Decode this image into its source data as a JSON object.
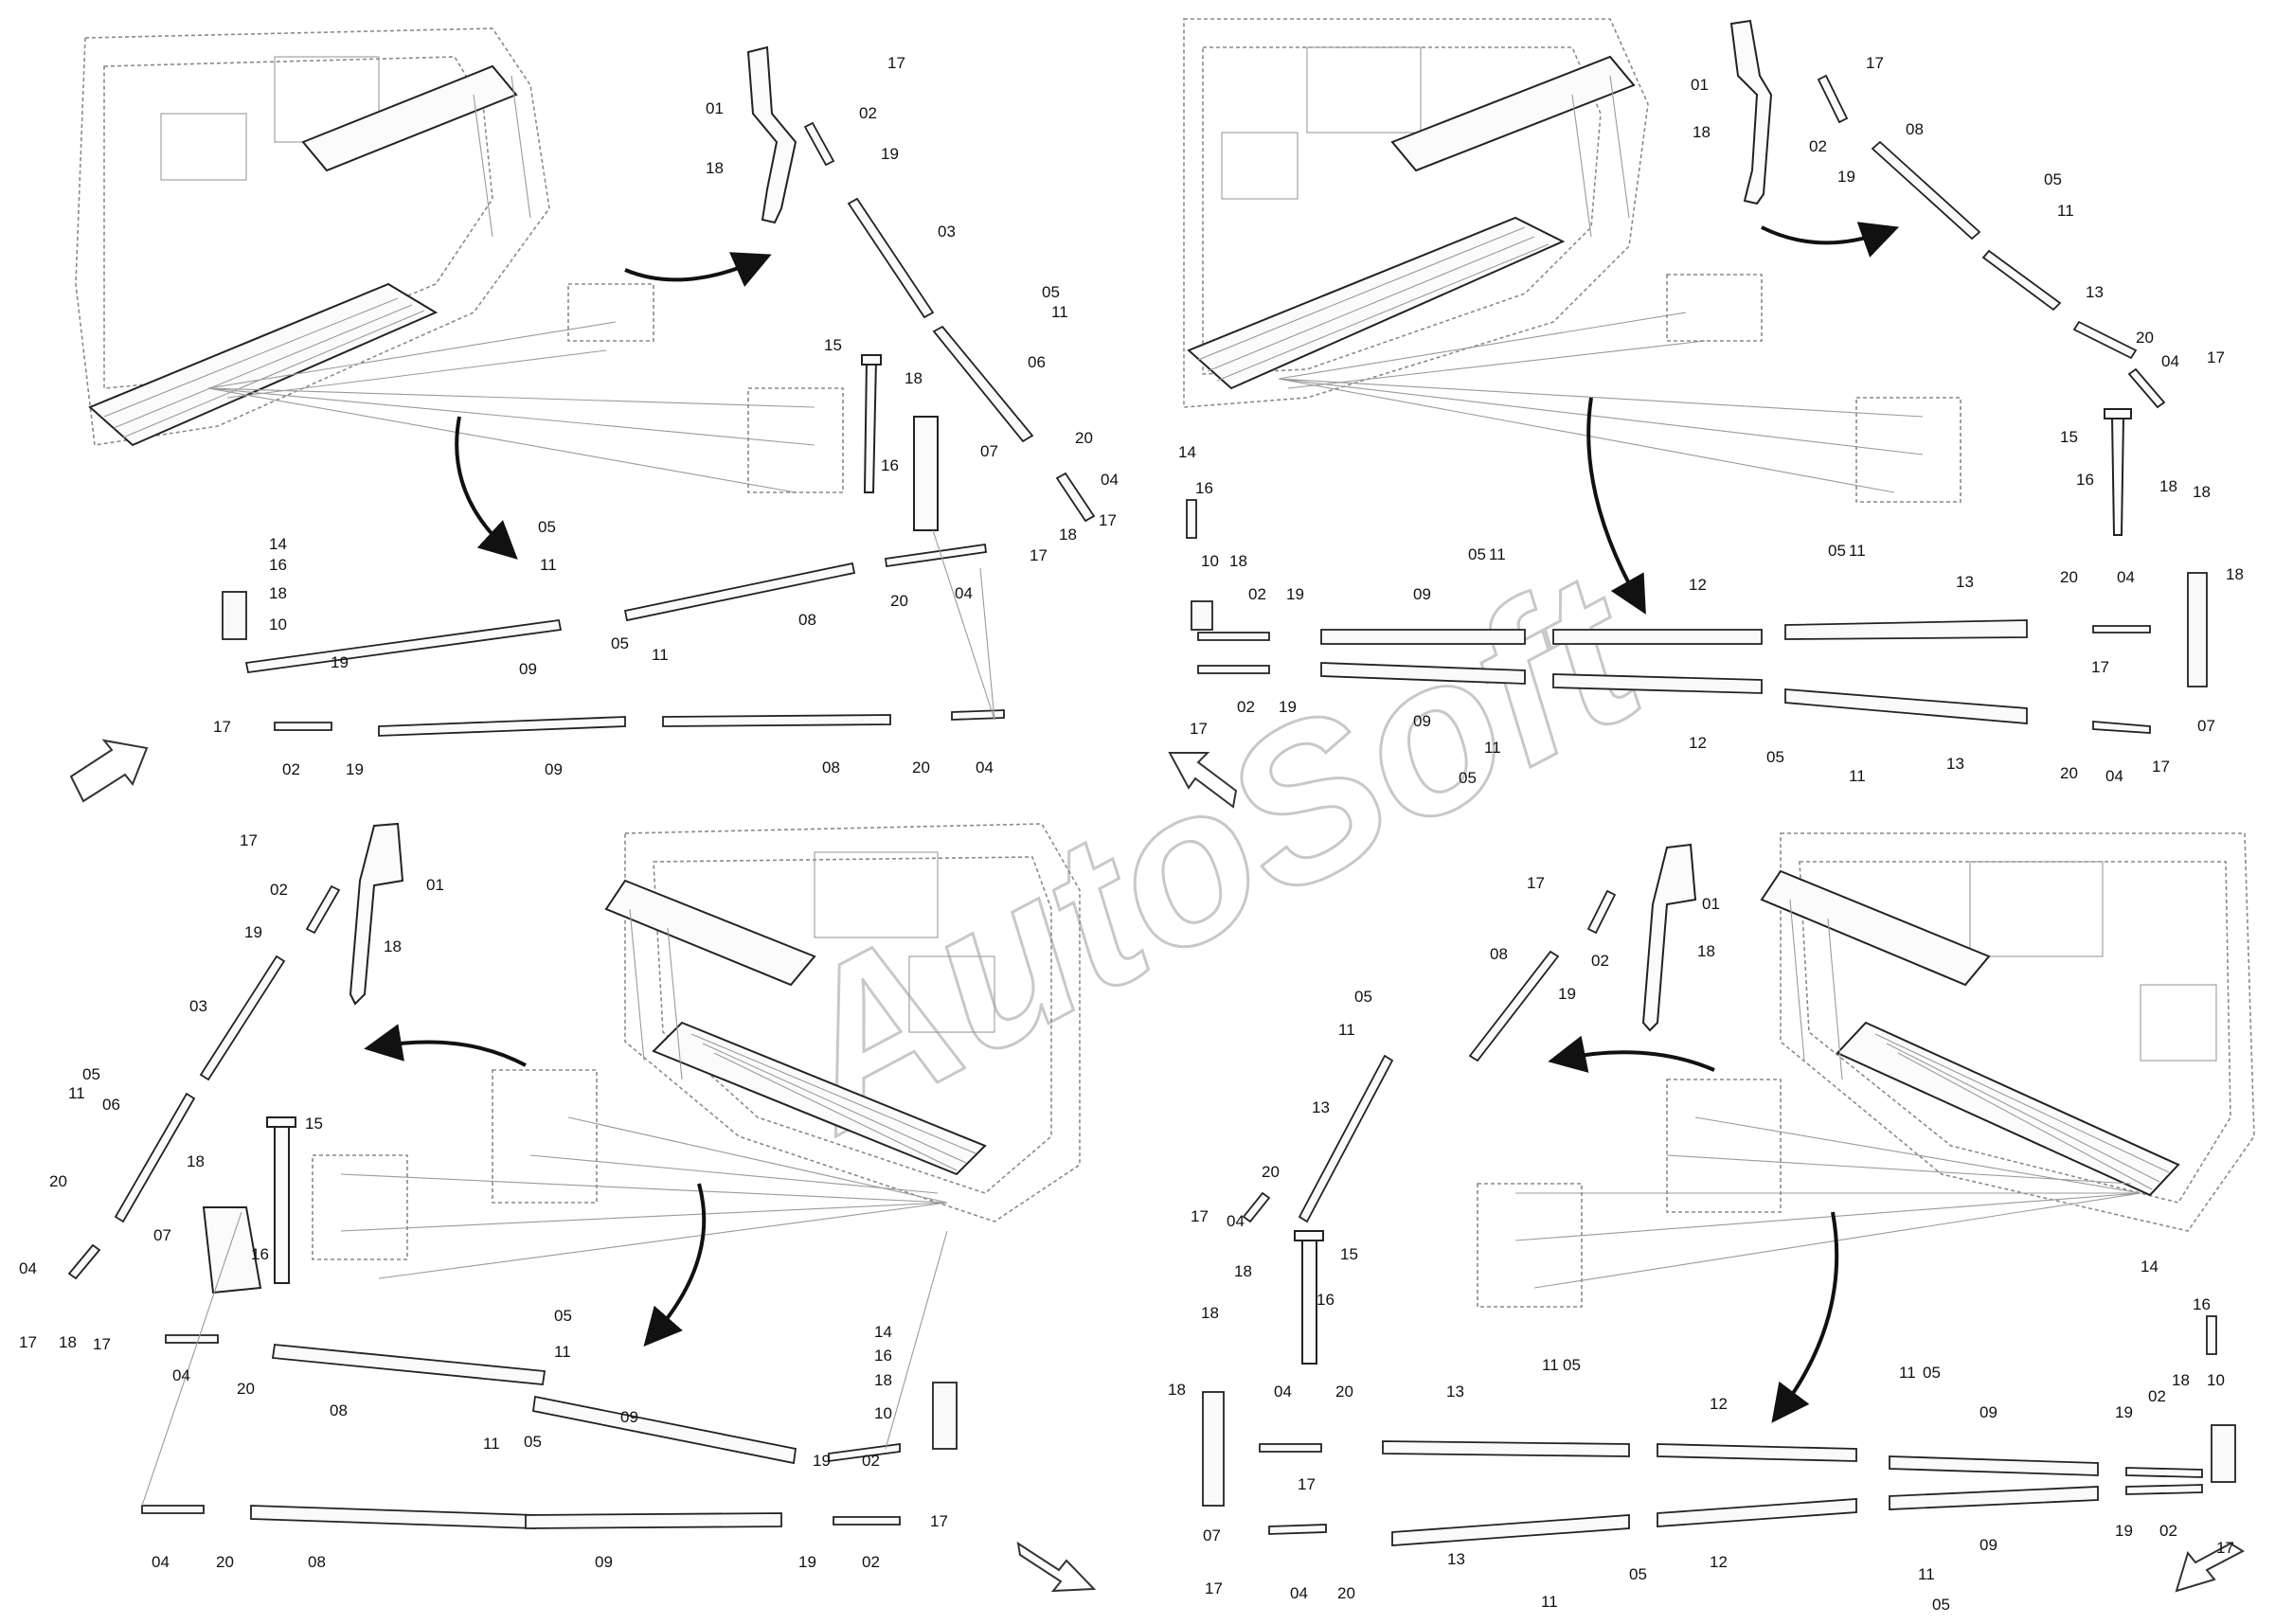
{
  "watermark": "AutoSoft",
  "quadrants": [
    {
      "id": "top-left",
      "labels": [
        "01",
        "02",
        "03",
        "04",
        "05",
        "06",
        "07",
        "08",
        "09",
        "10",
        "11",
        "14",
        "15",
        "16",
        "17",
        "18",
        "19",
        "20"
      ]
    },
    {
      "id": "top-right",
      "labels": [
        "01",
        "02",
        "04",
        "05",
        "07",
        "08",
        "09",
        "10",
        "11",
        "12",
        "13",
        "14",
        "15",
        "16",
        "17",
        "18",
        "19",
        "20"
      ]
    },
    {
      "id": "bottom-left",
      "labels": [
        "01",
        "02",
        "03",
        "04",
        "05",
        "06",
        "07",
        "08",
        "09",
        "10",
        "11",
        "14",
        "15",
        "16",
        "17",
        "18",
        "19",
        "20"
      ]
    },
    {
      "id": "bottom-right",
      "labels": [
        "01",
        "02",
        "04",
        "05",
        "07",
        "08",
        "09",
        "10",
        "11",
        "12",
        "13",
        "14",
        "15",
        "16",
        "17",
        "18",
        "19",
        "20"
      ]
    }
  ]
}
